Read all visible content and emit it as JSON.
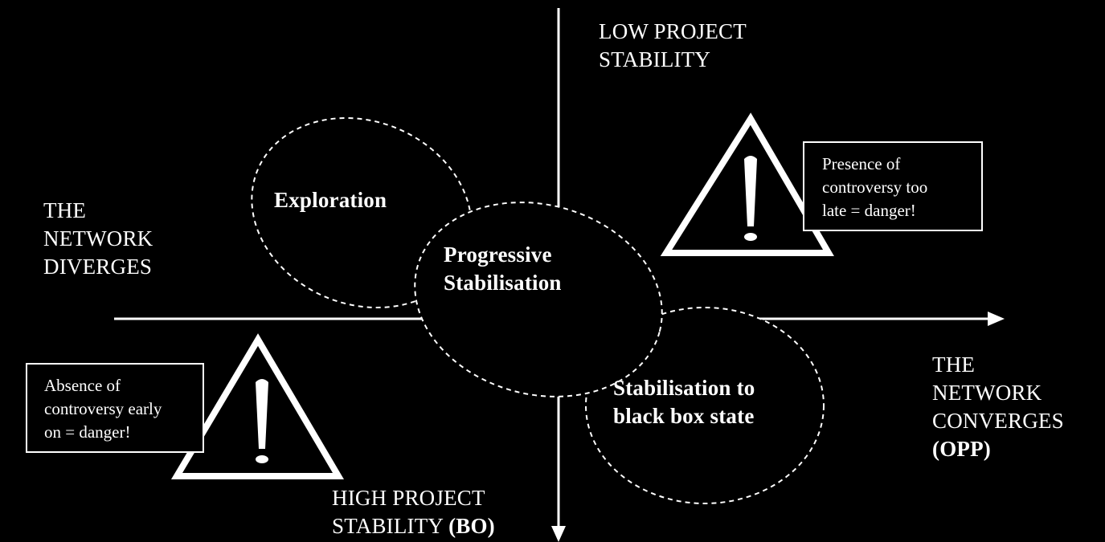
{
  "axes": {
    "top": [
      "LOW PROJECT",
      "STABILITY"
    ],
    "left": [
      "THE",
      "NETWORK",
      "DIVERGES"
    ],
    "right": [
      "THE",
      "NETWORK",
      "CONVERGES"
    ],
    "right_emphasis": "(OPP)",
    "bottom_line1": "HIGH PROJECT",
    "bottom_line2": "STABILITY",
    "bottom_emphasis": "(BO)"
  },
  "phases": {
    "exploration": "Exploration",
    "progressive": [
      "Progressive",
      "Stabilisation"
    ],
    "blackbox": [
      "Stabilisation to",
      "black box state"
    ]
  },
  "warnings": {
    "early": [
      "Absence of",
      "controversy early",
      "on = danger!"
    ],
    "late": [
      "Presence of",
      "controversy too",
      "late = danger!"
    ]
  },
  "colors": {
    "background": "#000000",
    "foreground": "#ffffff"
  },
  "icons": {
    "warning": "warning-triangle-icon"
  }
}
